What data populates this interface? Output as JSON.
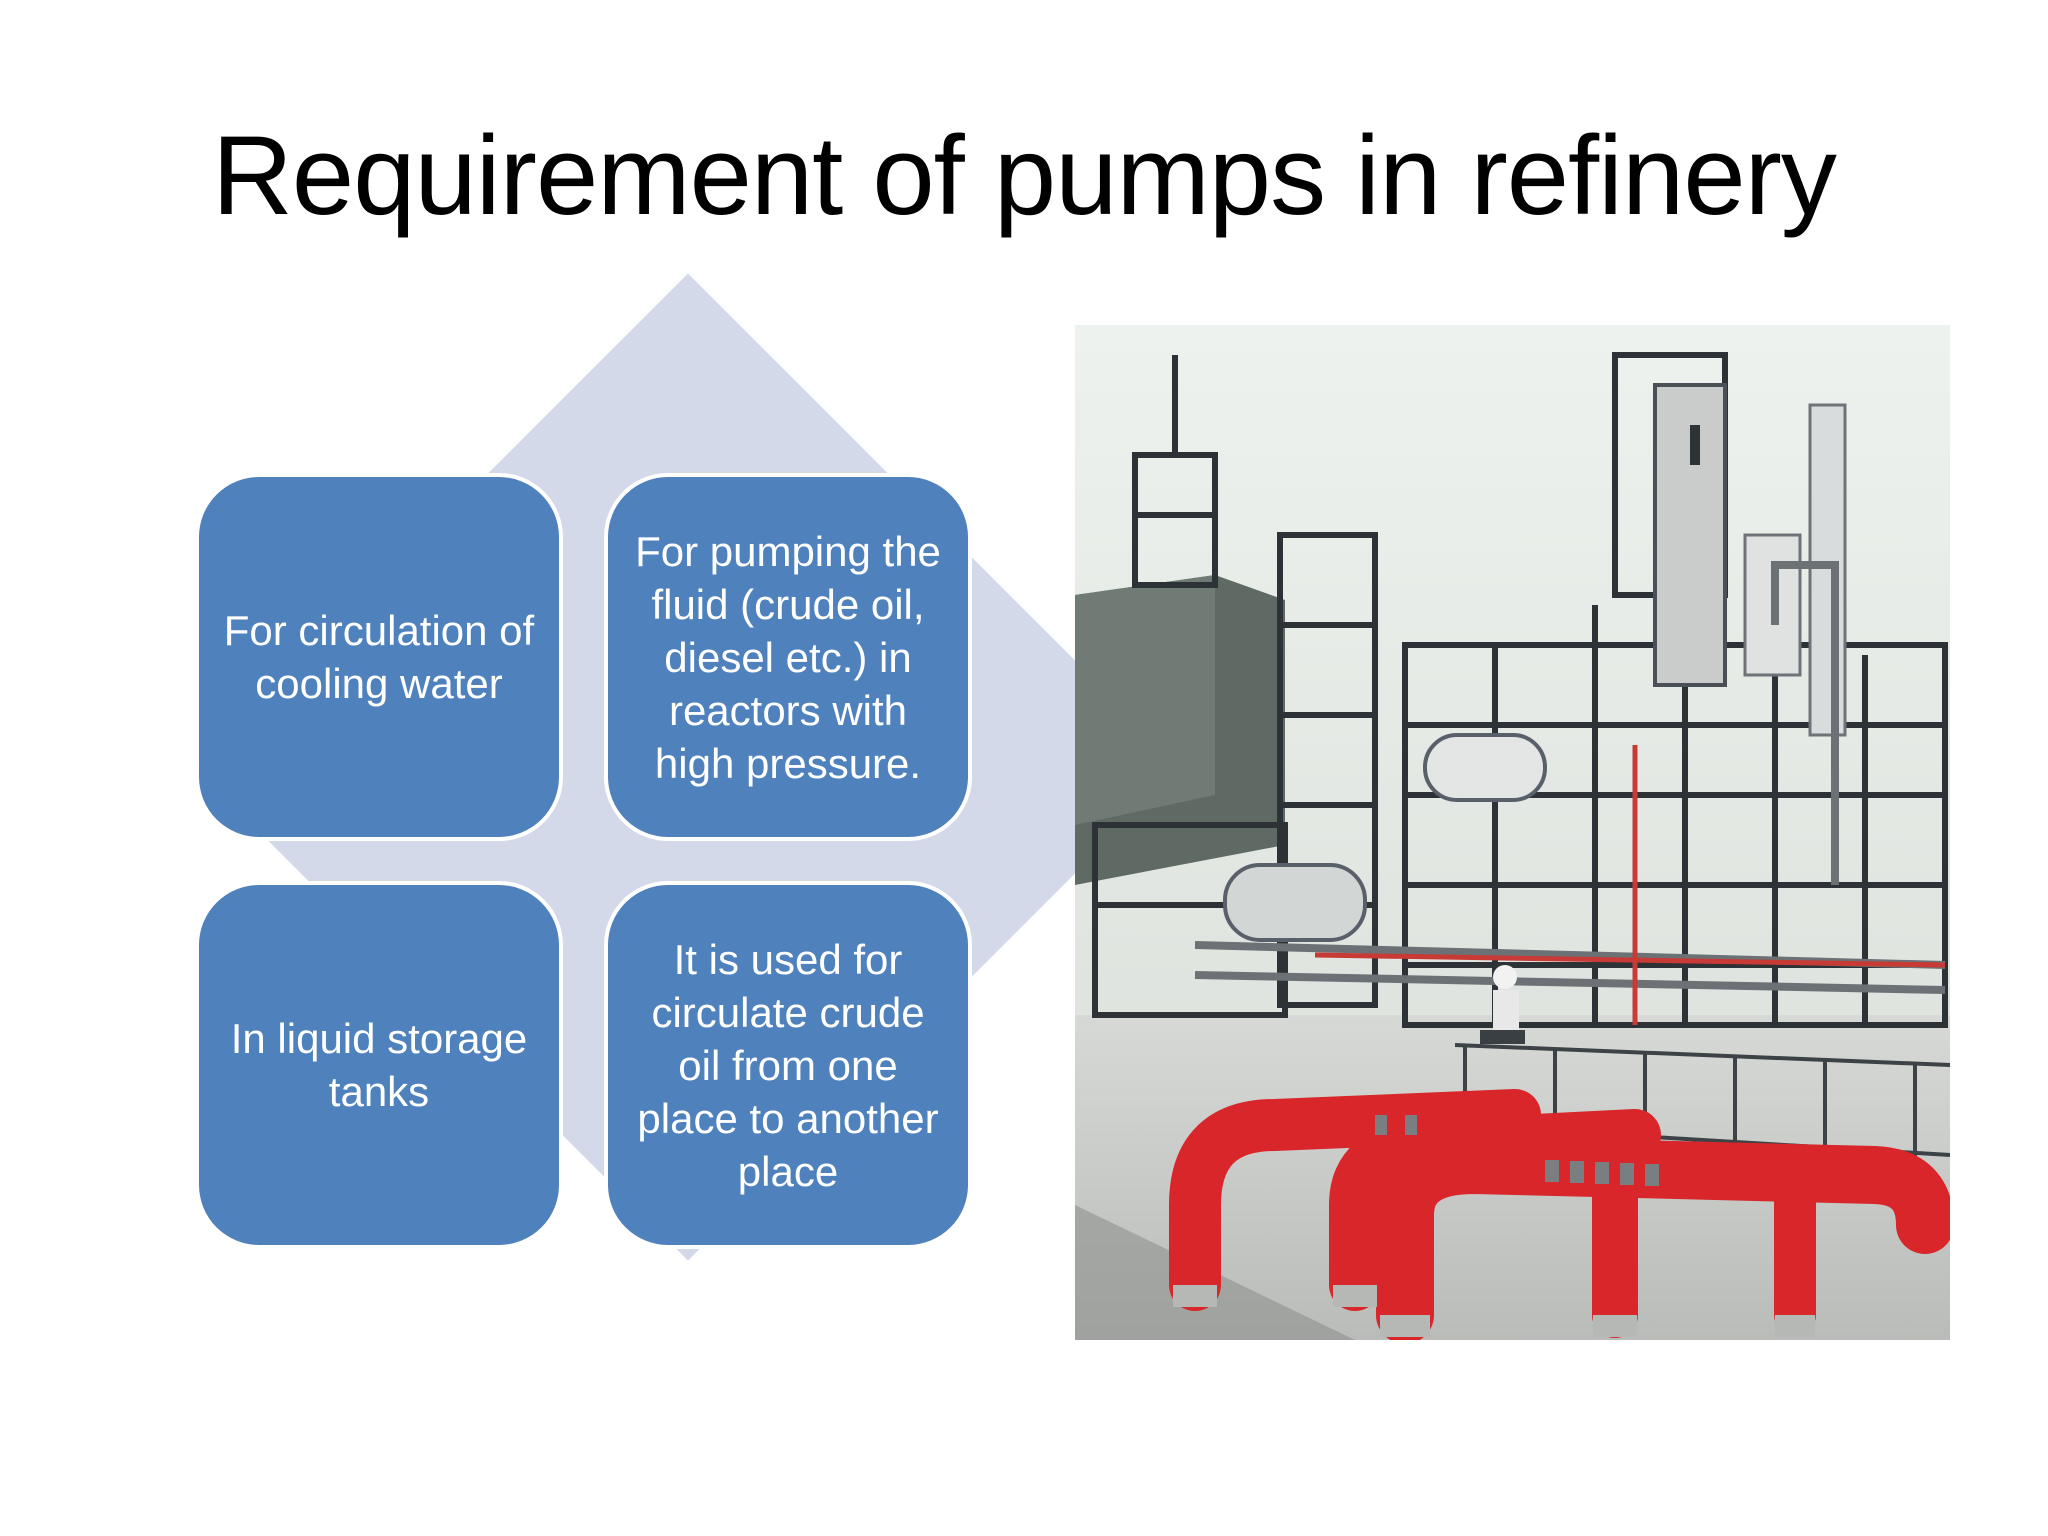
{
  "slide": {
    "title": "Requirement of pumps in refinery"
  },
  "cells": [
    {
      "text": "For circulation of cooling water"
    },
    {
      "text": "For pumping the fluid (crude oil, diesel etc.) in reactors with high pressure."
    },
    {
      "text": "In liquid storage tanks"
    },
    {
      "text": "It is used for circulate crude oil from one place to another place"
    }
  ],
  "colors": {
    "cell_fill": "#4f81bd",
    "diamond_fill": "#d3d9e9",
    "pipe_red": "#d8262a"
  },
  "photo": {
    "icon": "refinery-photo"
  }
}
